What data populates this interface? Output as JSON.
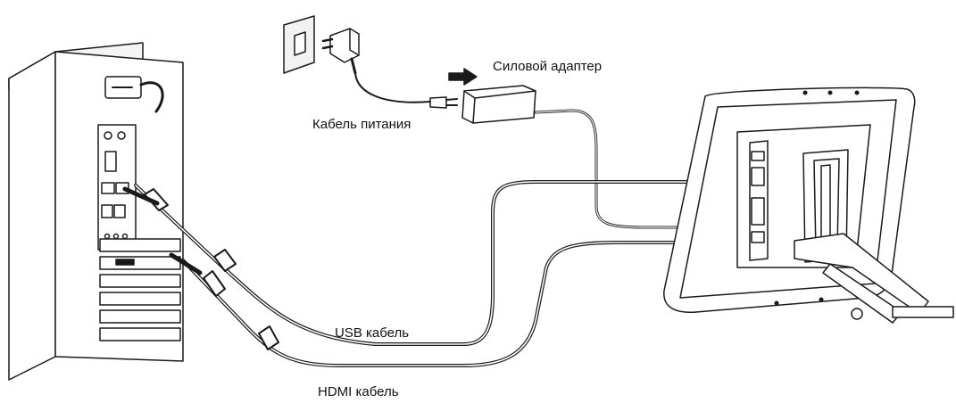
{
  "labels": {
    "power_adapter": "Силовой адаптер",
    "power_cable": "Кабель питания",
    "usb_cable": "USB кабель",
    "hdmi_cable": "HDMI кабель"
  },
  "colors": {
    "line": "#1a1a1a",
    "fill": "#ffffff",
    "shade": "#d9d9d9"
  },
  "icons": [
    "wall-outlet-icon",
    "power-plug-icon",
    "computer-tower-icon",
    "pen-display-icon",
    "arrow-right-icon"
  ]
}
